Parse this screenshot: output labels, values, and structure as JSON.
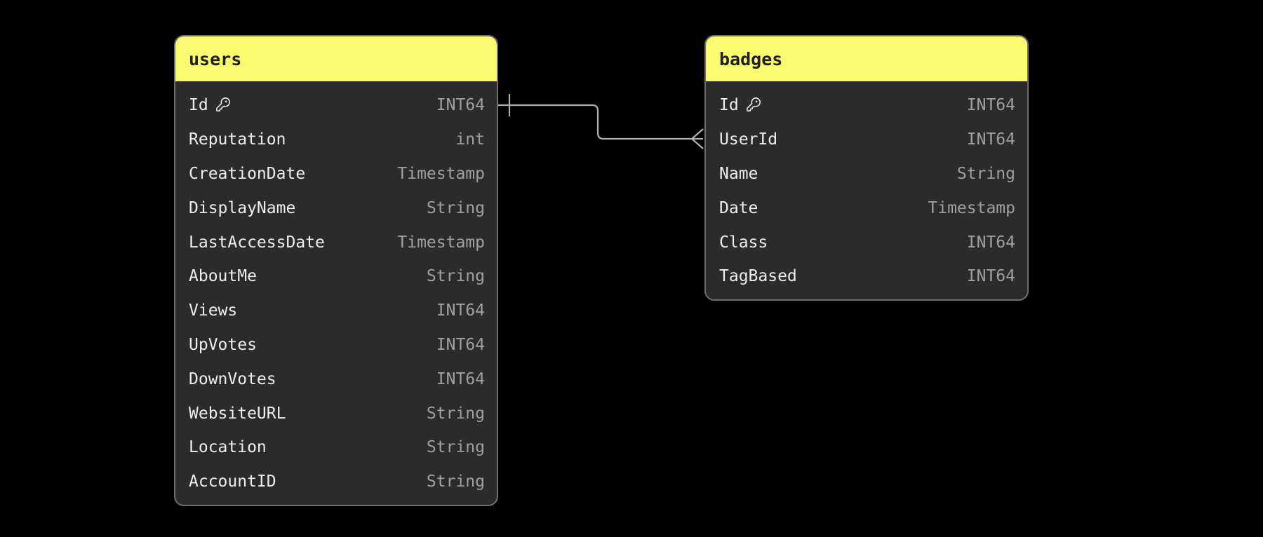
{
  "canvas": {
    "background_color": "#000000"
  },
  "style_colors": {
    "card_background": "#2b2b2b",
    "card_border": "#6f6f6f",
    "header_background": "#f9fa6e",
    "header_text": "#1f1f1f",
    "field_name_text": "#ededed",
    "field_type_text": "#9fa0a3",
    "relationship_line": "#b0b0b0"
  },
  "tables": [
    {
      "name": "users",
      "header_color": "#f9fa6e",
      "fields": [
        {
          "name": "Id",
          "type": "INT64",
          "primary_key": true
        },
        {
          "name": "Reputation",
          "type": "int",
          "primary_key": false
        },
        {
          "name": "CreationDate",
          "type": "Timestamp",
          "primary_key": false
        },
        {
          "name": "DisplayName",
          "type": "String",
          "primary_key": false
        },
        {
          "name": "LastAccessDate",
          "type": "Timestamp",
          "primary_key": false
        },
        {
          "name": "AboutMe",
          "type": "String",
          "primary_key": false
        },
        {
          "name": "Views",
          "type": "INT64",
          "primary_key": false
        },
        {
          "name": "UpVotes",
          "type": "INT64",
          "primary_key": false
        },
        {
          "name": "DownVotes",
          "type": "INT64",
          "primary_key": false
        },
        {
          "name": "WebsiteURL",
          "type": "String",
          "primary_key": false
        },
        {
          "name": "Location",
          "type": "String",
          "primary_key": false
        },
        {
          "name": "AccountID",
          "type": "String",
          "primary_key": false
        }
      ]
    },
    {
      "name": "badges",
      "header_color": "#f9fa6e",
      "fields": [
        {
          "name": "Id",
          "type": "INT64",
          "primary_key": true
        },
        {
          "name": "UserId",
          "type": "INT64",
          "primary_key": false
        },
        {
          "name": "Name",
          "type": "String",
          "primary_key": false
        },
        {
          "name": "Date",
          "type": "Timestamp",
          "primary_key": false
        },
        {
          "name": "Class",
          "type": "INT64",
          "primary_key": false
        },
        {
          "name": "TagBased",
          "type": "INT64",
          "primary_key": false
        }
      ]
    }
  ],
  "relationship": {
    "from_table": "users",
    "from_field": "Id",
    "to_table": "badges",
    "to_field": "UserId",
    "cardinality": "one-to-many",
    "line_color": "#b0b0b0"
  }
}
